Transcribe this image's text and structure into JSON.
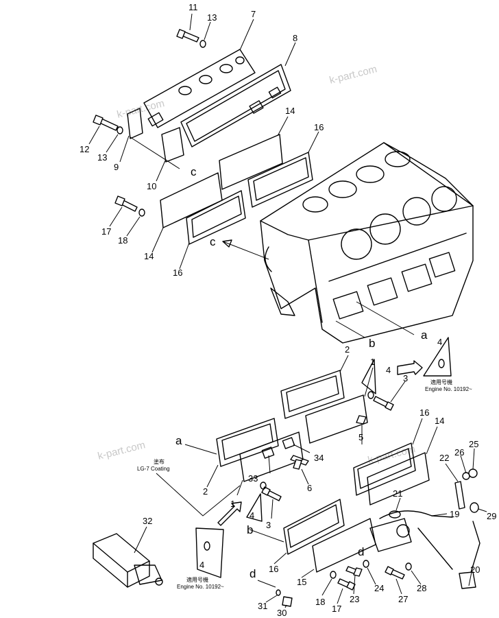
{
  "watermarks": [
    "k-part.com",
    "k-part.com",
    "k-part.com",
    "k-part.com"
  ],
  "callouts": {
    "n11": "11",
    "n13a": "13",
    "n7": "7",
    "n8": "8",
    "n12": "12",
    "n13b": "13",
    "n9": "9",
    "n10": "10",
    "n14a": "14",
    "n16a": "16",
    "n17a": "17",
    "n18a": "18",
    "n14b": "14",
    "n16b": "16",
    "n2a": "2",
    "n1a": "1",
    "n4a": "4",
    "n3a": "3",
    "n5": "5",
    "n34": "34",
    "n6": "6",
    "n33": "33",
    "n2b": "2",
    "n1b": "1",
    "n4b": "4",
    "n3b": "3",
    "n16c": "16",
    "n14c": "14",
    "n22": "22",
    "n26": "26",
    "n25": "25",
    "n21": "21",
    "n29": "29",
    "n19": "19",
    "n20": "20",
    "n32": "32",
    "n16d": "16",
    "n15": "15",
    "n18b": "18",
    "n17b": "17",
    "n23": "23",
    "n24": "24",
    "n27": "27",
    "n28": "28",
    "n31": "31",
    "n30": "30",
    "n4c": "4",
    "n4d": "4"
  },
  "letters": {
    "c1": "c",
    "c2": "c",
    "a1": "a",
    "b1": "b",
    "a2": "a",
    "b2": "b",
    "d1": "d",
    "d2": "d"
  },
  "notes": {
    "applied_engine_top": "適用号機",
    "engine_no_top": "Engine No. 10192~",
    "coating_jp": "塗布",
    "coating_en": "LG-7 Coating",
    "applied_engine_bottom": "適用号機",
    "engine_no_bottom": "Engine No. 10192~"
  }
}
